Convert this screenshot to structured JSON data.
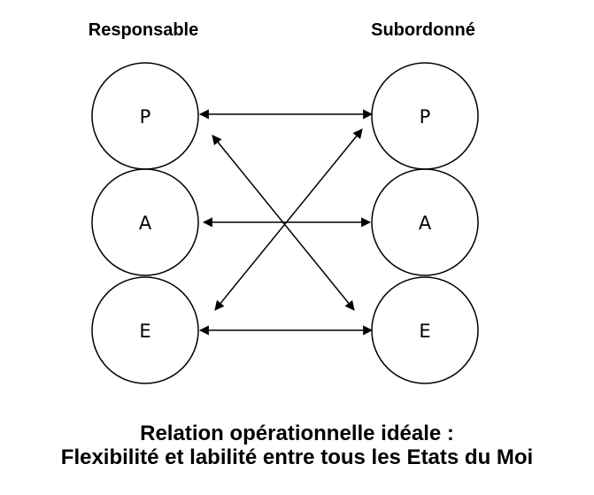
{
  "columns": {
    "left_title": "Responsable",
    "right_title": "Subordonné"
  },
  "nodes": {
    "left": [
      "P",
      "A",
      "E"
    ],
    "right": [
      "P",
      "A",
      "E"
    ]
  },
  "edges": [
    {
      "from": "left.P",
      "to": "right.P",
      "direction": "bidirectional"
    },
    {
      "from": "left.A",
      "to": "right.A",
      "direction": "bidirectional"
    },
    {
      "from": "left.E",
      "to": "right.E",
      "direction": "bidirectional"
    },
    {
      "from": "left.P",
      "to": "right.E",
      "direction": "bidirectional"
    },
    {
      "from": "left.E",
      "to": "right.P",
      "direction": "bidirectional"
    }
  ],
  "caption": {
    "line1": "Relation opérationnelle idéale :",
    "line2": "Flexibilité et labilité entre tous les Etats du Moi"
  },
  "colors": {
    "stroke": "#000000",
    "background": "#ffffff"
  }
}
